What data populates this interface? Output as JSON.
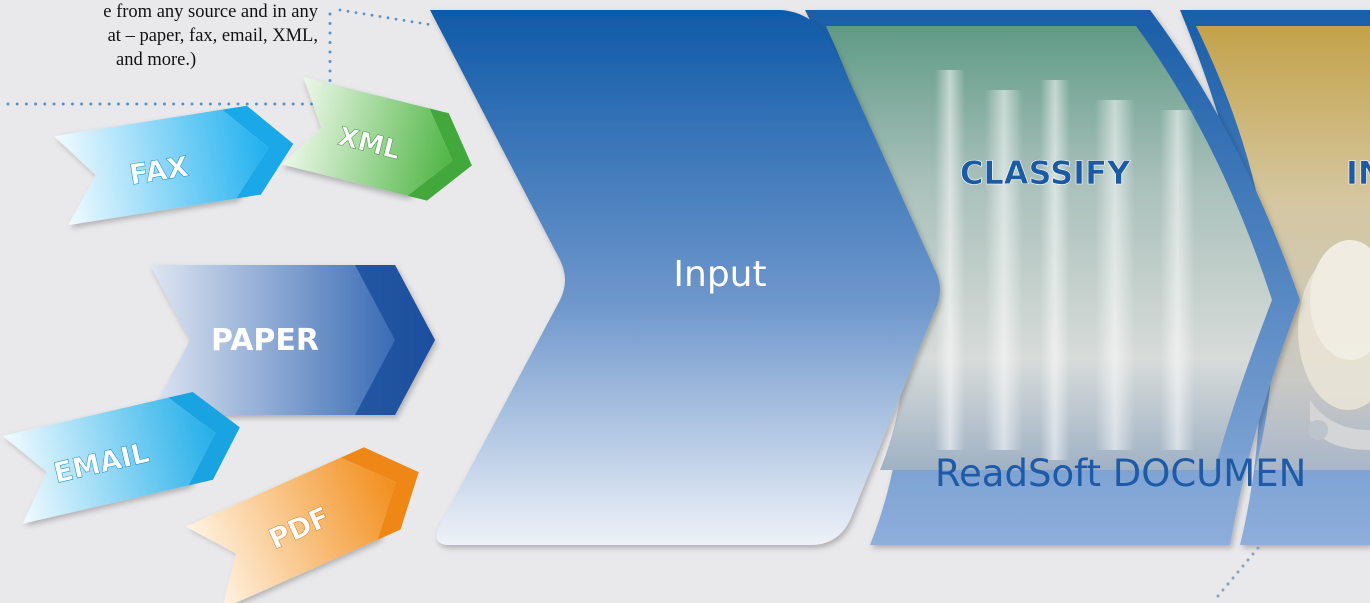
{
  "description_text": {
    "line1": "e from any source and in any",
    "line2": "at – paper, fax, email, XML,",
    "line3": "and more.)"
  },
  "source_arrows": [
    {
      "label": "FAX",
      "color": "#39b8ee"
    },
    {
      "label": "XML",
      "color": "#5cbc4e"
    },
    {
      "label": "PAPER",
      "color": "#2a5fae"
    },
    {
      "label": "EMAIL",
      "color": "#2eb2ea"
    },
    {
      "label": "PDF",
      "color": "#f39a2e"
    }
  ],
  "stages": {
    "input": {
      "label": "Input"
    },
    "classify": {
      "label": "CLASSIFY"
    },
    "third": {
      "label": "IN"
    }
  },
  "product_label": "ReadSoft DOCUMEN",
  "colors": {
    "stage_blue": "#1b63ae",
    "heading_blue": "#1c5aa4",
    "background": "#e9e9ec"
  }
}
